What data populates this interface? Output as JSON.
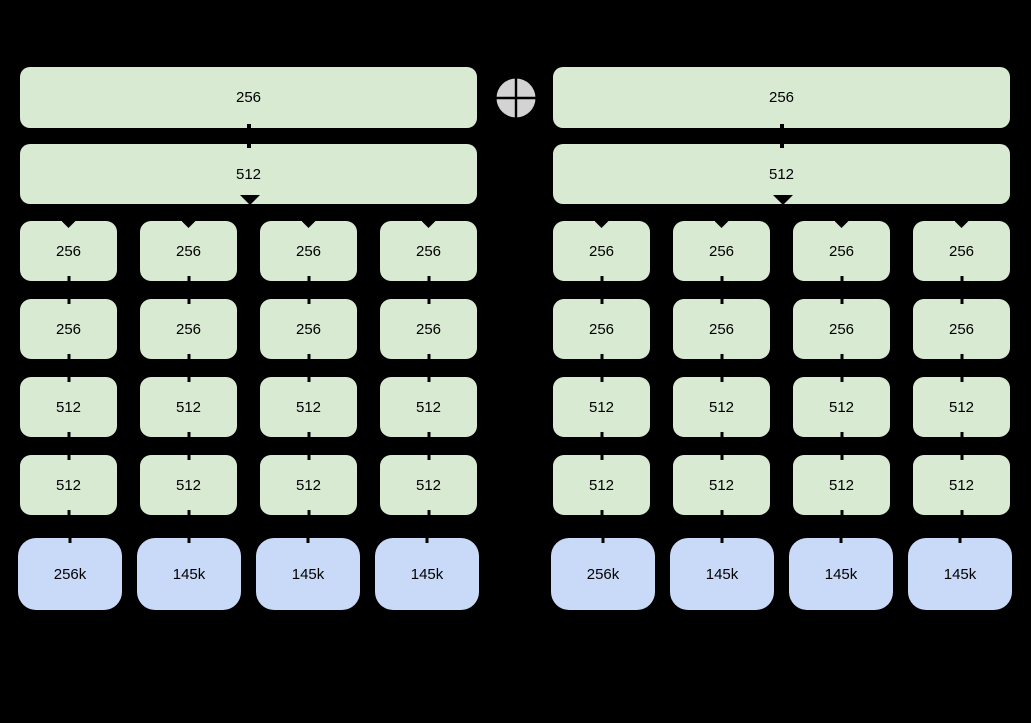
{
  "colors": {
    "background": "#000000",
    "stack_box_green": "#d9ead3",
    "param_box_blue": "#c9daf8",
    "operator_fill": "#d3d3d3",
    "operator_cross": "#000000",
    "box_text": "#000000"
  },
  "operator": {
    "icon": "circled-plus"
  },
  "columns": [
    {
      "bars": [
        "256",
        "512"
      ],
      "grid": [
        [
          "256",
          "256",
          "256",
          "256"
        ],
        [
          "256",
          "256",
          "256",
          "256"
        ],
        [
          "512",
          "512",
          "512",
          "512"
        ],
        [
          "512",
          "512",
          "512",
          "512"
        ]
      ],
      "inputs": [
        "256k",
        "145k",
        "145k",
        "145k"
      ]
    },
    {
      "bars": [
        "256",
        "512"
      ],
      "grid": [
        [
          "256",
          "256",
          "256",
          "256"
        ],
        [
          "256",
          "256",
          "256",
          "256"
        ],
        [
          "512",
          "512",
          "512",
          "512"
        ],
        [
          "512",
          "512",
          "512",
          "512"
        ]
      ],
      "inputs": [
        "256k",
        "145k",
        "145k",
        "145k"
      ]
    }
  ]
}
